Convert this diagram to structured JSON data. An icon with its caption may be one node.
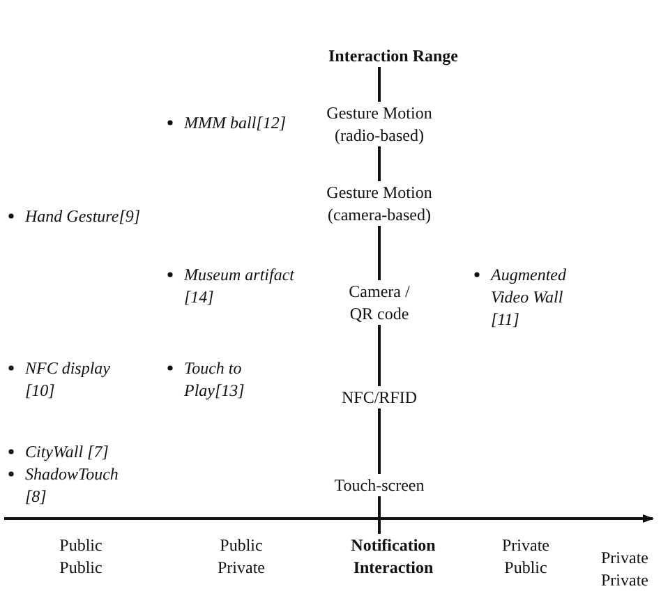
{
  "diagram": {
    "labels": [
      "Interaction Range",
      "MMM ball[12]",
      "Gesture Motion (radio-based)",
      "Hand Gesture[9]",
      "Gesture Motion (camera-based)",
      "Museum artifact [14]",
      "Camera / QR code",
      "Augmented Video Wall [11]",
      "NFC display [10]",
      "Touch to Play[13]",
      "NFC/RFID",
      "CityWall [7]",
      "ShadowTouch [8]",
      "Touch-screen",
      "Public Public",
      "Public Private",
      "Notification Interaction",
      "Private Public",
      "Private Private"
    ]
  }
}
